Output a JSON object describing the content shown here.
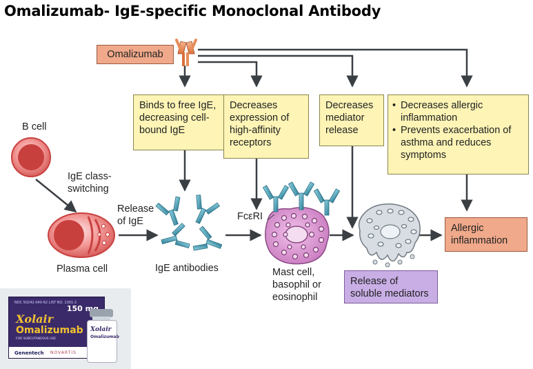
{
  "title": "Omalizumab- IgE-specific Monoclonal Antibody",
  "drug_label": "Omalizumab",
  "effects": {
    "binds": "Binds to free IgE, decreasing cell-bound IgE",
    "receptors": "Decreases expression of high-affinity receptors",
    "mediator": "Decreases mediator release",
    "allergic": [
      "Decreases allergic inflammation",
      "Prevents exacerbation of asthma and reduces symptoms"
    ]
  },
  "pathway": {
    "b_cell": "B cell",
    "class_switch": "IgE class-switching",
    "plasma_cell": "Plasma cell",
    "release_ige": "Release of IgE",
    "ige_antibodies": "IgE antibodies",
    "fceri": "FcεRI",
    "mast_cell": "Mast cell, basophil or eosinophil",
    "soluble_mediators": "Release of soluble mediators",
    "allergic_inflammation": "Allergic inflammation"
  },
  "product": {
    "ndc": "NDC 50242-040-62 LIST NO. 1301-2",
    "dose": "150 mg",
    "brand": "Xolair",
    "generic": "Omalizumab",
    "subtitle": "FOR SUBCUTANEOUS USE",
    "maker1": "Genentech",
    "maker2": "NOVARTIS"
  },
  "colors": {
    "yellow_box": "#fdf4b5",
    "orange_box": "#f0a98a",
    "purple_box": "#c9aee6",
    "cell_red": "#d84a48",
    "antibody_teal": "#3c8fa6",
    "mast_pink": "#cf85c4",
    "mediator_grey": "#d8dde3"
  }
}
